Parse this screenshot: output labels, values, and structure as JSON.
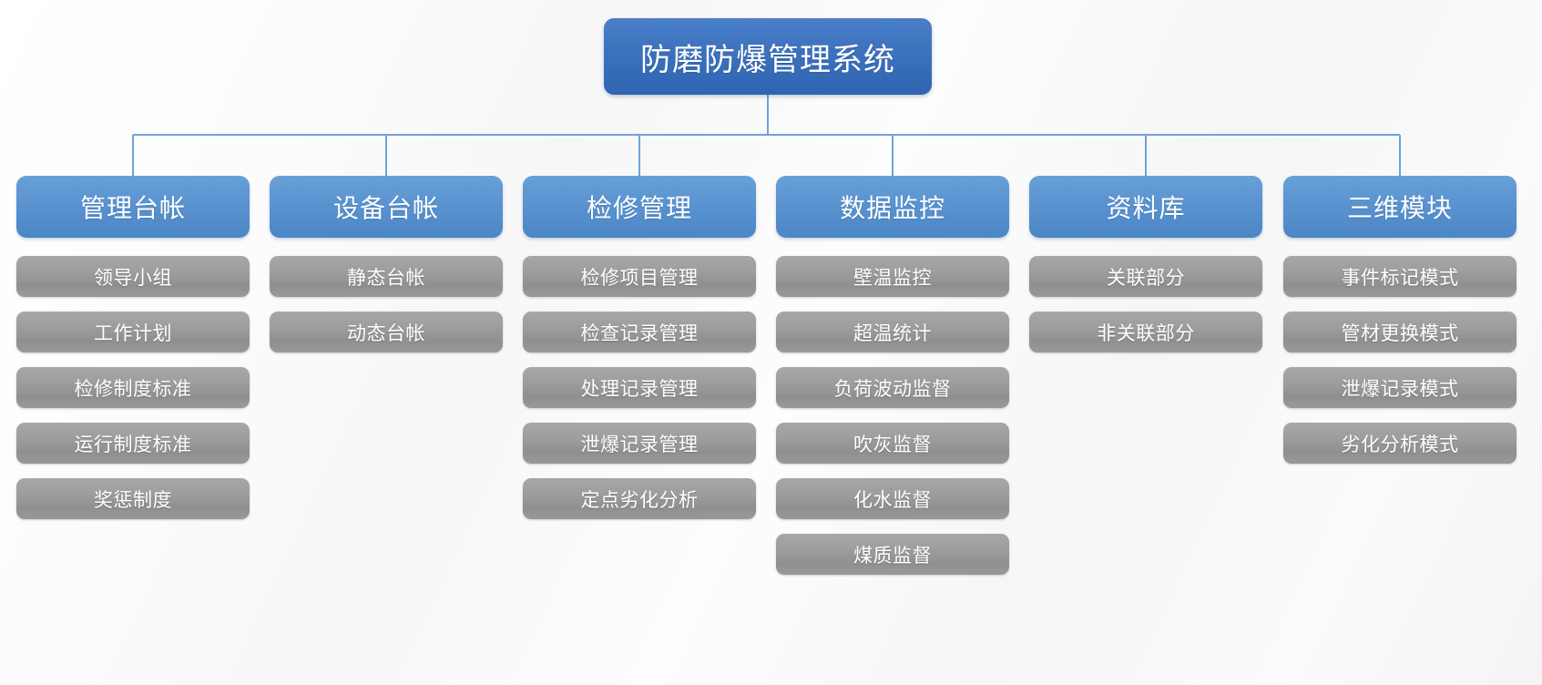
{
  "diagram": {
    "type": "organizational-tree",
    "orientation": "top-down",
    "levels": 3,
    "colors": {
      "root_fill": "#3d72bd",
      "level2_fill": "#5a93cf",
      "level3_fill": "#9d9d9d",
      "connector": "#6fa3db",
      "text": "#ffffff",
      "background": "#fafafa"
    },
    "root": {
      "label": "防磨防爆管理系统"
    },
    "branches": [
      {
        "label": "管理台帐",
        "children": [
          {
            "label": "领导小组"
          },
          {
            "label": "工作计划"
          },
          {
            "label": "检修制度标准"
          },
          {
            "label": "运行制度标准"
          },
          {
            "label": "奖惩制度"
          }
        ]
      },
      {
        "label": "设备台帐",
        "children": [
          {
            "label": "静态台帐"
          },
          {
            "label": "动态台帐"
          }
        ]
      },
      {
        "label": "检修管理",
        "children": [
          {
            "label": "检修项目管理"
          },
          {
            "label": "检查记录管理"
          },
          {
            "label": "处理记录管理"
          },
          {
            "label": "泄爆记录管理"
          },
          {
            "label": "定点劣化分析"
          }
        ]
      },
      {
        "label": "数据监控",
        "children": [
          {
            "label": "壁温监控"
          },
          {
            "label": "超温统计"
          },
          {
            "label": "负荷波动监督"
          },
          {
            "label": "吹灰监督"
          },
          {
            "label": "化水监督"
          },
          {
            "label": "煤质监督"
          }
        ]
      },
      {
        "label": "资料库",
        "children": [
          {
            "label": "关联部分"
          },
          {
            "label": "非关联部分"
          }
        ]
      },
      {
        "label": "三维模块",
        "children": [
          {
            "label": "事件标记模式"
          },
          {
            "label": "管材更换模式"
          },
          {
            "label": "泄爆记录模式"
          },
          {
            "label": "劣化分析模式"
          }
        ]
      }
    ]
  }
}
